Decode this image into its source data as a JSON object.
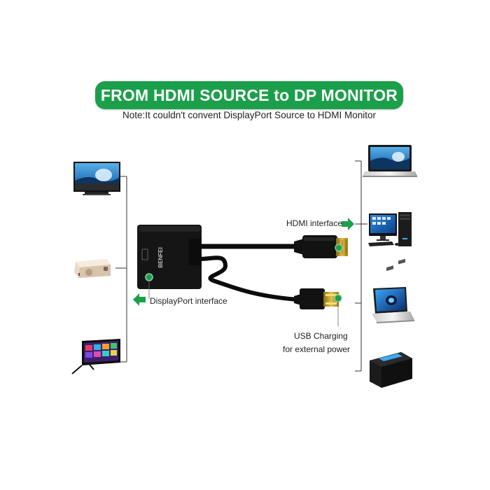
{
  "title": "FROM HDMI SOURCE to DP MONITOR",
  "note": "Note:It couldn't convent DisplayPort Source to HDMI Monitor",
  "adapter_brand": "BENFEI",
  "labels": {
    "hdmi": "HDMI interface",
    "displayport": "DisplayPort interface",
    "usb_line1": "USB Charging",
    "usb_line2": "for external power"
  },
  "colors": {
    "banner": "#1c9f4a",
    "arrow": "#1c9f4a",
    "adapter": "#151515",
    "hdmi_plug_tip": "#c9a227"
  },
  "icons": {
    "left": [
      "tv-icon",
      "projector-icon",
      "smart-tv-icon"
    ],
    "right": [
      "laptop-icon",
      "desktop-computer-icon",
      "laptop-icon",
      "hdmi-splitter-icon"
    ]
  }
}
